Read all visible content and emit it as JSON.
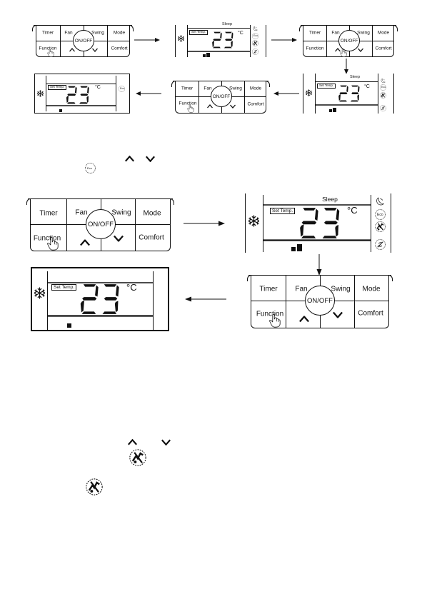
{
  "keypad": {
    "timer": "Timer",
    "fan": "Fan",
    "swing": "Swing",
    "mode": "Mode",
    "function": "Function",
    "onoff": "ON/OFF",
    "comfort": "Comfort"
  },
  "display": {
    "set_temp": "Set Temp.",
    "temperature": "23",
    "unit": "°C",
    "sleep": "Sleep",
    "eco": "Eco"
  },
  "icons": {
    "up": "chevron-up-icon",
    "down": "chevron-down-icon",
    "snowflake": "snowflake-icon",
    "hand": "hand-pointer-icon",
    "no_fan": "anti-fungus-icon",
    "eco": "eco-icon",
    "sleep": "sleep-icon"
  }
}
